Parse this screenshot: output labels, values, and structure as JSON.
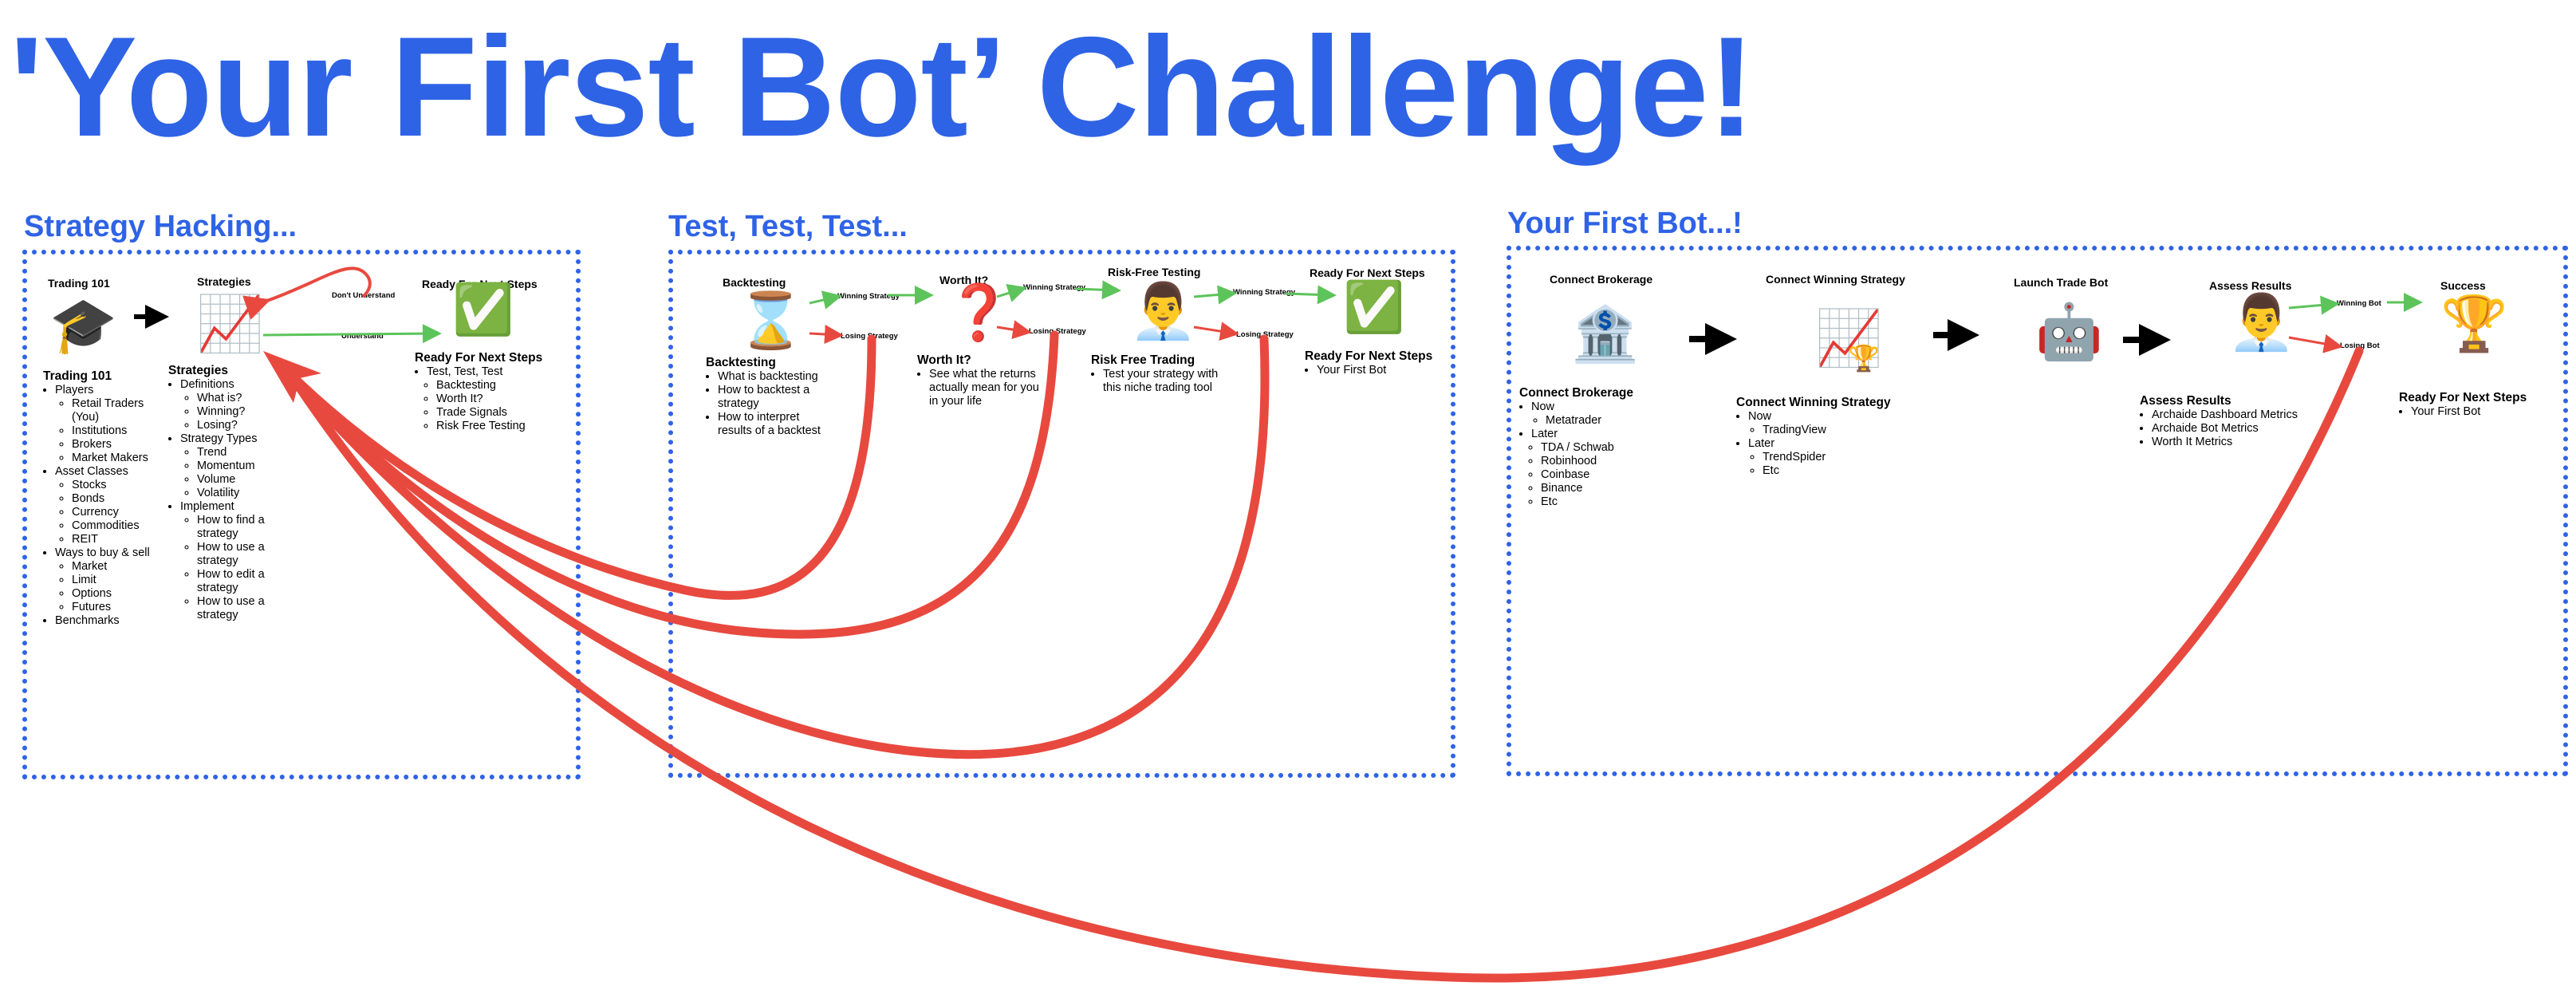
{
  "title": "'Your First Bot’ Challenge!",
  "sections": {
    "s1": {
      "title": "Strategy Hacking...",
      "step1": {
        "label": "Trading 101",
        "icon": "graduation-cap-icon"
      },
      "step2": {
        "label": "Strategies",
        "icon": "chart-increasing-icon"
      },
      "step3": {
        "label": "Ready For Next Steps",
        "icon": "check-mark-button-icon"
      },
      "branch_dont": "Don't Understand",
      "branch_understand": "Understand",
      "trading101": {
        "heading": "Trading 101",
        "players": "Players",
        "players_items": [
          "Retail Traders (You)",
          "Institutions",
          "Brokers",
          "Market Makers"
        ],
        "asset_classes": "Asset Classes",
        "asset_items": [
          "Stocks",
          "Bonds",
          "Currency",
          "Commodities",
          "REIT"
        ],
        "ways": "Ways to buy & sell",
        "ways_items": [
          "Market",
          "Limit",
          "Options",
          "Futures"
        ],
        "benchmarks": "Benchmarks"
      },
      "strategies": {
        "heading": "Strategies",
        "definitions": "Definitions",
        "definition_items": [
          "What is?",
          "Winning?",
          "Losing?"
        ],
        "types": "Strategy Types",
        "type_items": [
          "Trend",
          "Momentum",
          "Volume",
          "Volatility"
        ],
        "implement": "Implement",
        "implement_items": [
          "How to find a strategy",
          "How to use a strategy",
          "How to edit a strategy",
          "How to use a strategy"
        ]
      },
      "ready": {
        "heading": "Ready For Next Steps",
        "item1": "Test, Test, Test",
        "sub_items": [
          "Backtesting",
          "Worth It?",
          "Trade Signals",
          "Risk Free Testing"
        ]
      }
    },
    "s2": {
      "title": "Test, Test, Test...",
      "step1": {
        "label": "Backtesting",
        "icon": "hourglass-icon"
      },
      "step2": {
        "label": "Worth It?",
        "icon": "question-mark-icon"
      },
      "step3": {
        "label": "Risk-Free Testing",
        "icon": "person-icon"
      },
      "step4": {
        "label": "Ready For Next Steps",
        "icon": "check-mark-button-icon"
      },
      "winning": "Winning Strategy",
      "losing": "Losing Strategy",
      "backtesting": {
        "heading": "Backtesting",
        "items": [
          "What is backtesting",
          "How to backtest a strategy",
          "How to interpret results of a backtest"
        ]
      },
      "worth": {
        "heading": "Worth It?",
        "items": [
          "See what the returns actually mean for you in your life"
        ]
      },
      "riskfree": {
        "heading": "Risk Free Trading",
        "items": [
          "Test your strategy with this niche trading tool"
        ]
      },
      "ready": {
        "heading": "Ready For Next Steps",
        "items": [
          "Your First Bot"
        ]
      }
    },
    "s3": {
      "title": "Your First Bot...!",
      "step1": {
        "label": "Connect Brokerage",
        "icon": "bank-icon"
      },
      "step2": {
        "label": "Connect Winning Strategy",
        "icon": "chart-trophy-icon"
      },
      "step3": {
        "label": "Launch Trade Bot",
        "icon": "robot-icon"
      },
      "step4": {
        "label": "Assess Results",
        "icon": "person-icon"
      },
      "step5": {
        "label": "Success",
        "icon": "trophy-icon"
      },
      "winning_bot": "Winning Bot",
      "losing_bot": "Losing Bot",
      "brokerage": {
        "heading": "Connect Brokerage",
        "now": "Now",
        "now_items": [
          "Metatrader"
        ],
        "later": "Later",
        "later_items": [
          "TDA / Schwab",
          "Robinhood",
          "Coinbase",
          "Binance",
          "Etc"
        ]
      },
      "winning": {
        "heading": "Connect Winning Strategy",
        "now": "Now",
        "now_items": [
          "TradingView"
        ],
        "later": "Later",
        "later_items": [
          "TrendSpider",
          "Etc"
        ]
      },
      "assess": {
        "heading": "Assess Results",
        "items": [
          "Archaide Dashboard Metrics",
          "Archaide Bot Metrics",
          "Worth It Metrics"
        ]
      },
      "ready": {
        "heading": "Ready For Next Steps",
        "items": [
          "Your First Bot"
        ]
      }
    }
  },
  "colors": {
    "accent": "#2f63e6",
    "loop_arrow": "#e8493f",
    "win_arrow": "#5cc45a",
    "lose_arrow": "#e8493f"
  }
}
